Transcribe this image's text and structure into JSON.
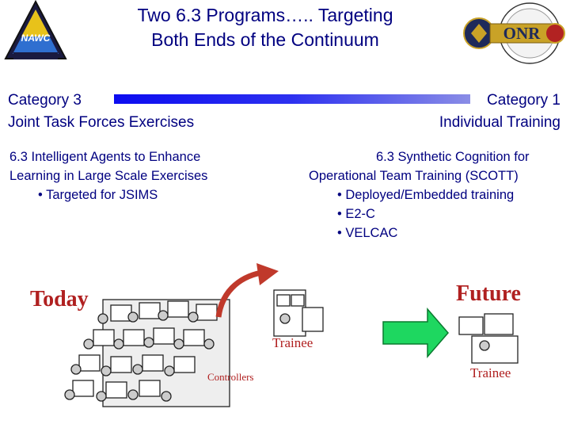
{
  "title": {
    "line1": "Two 6.3 Programs….. Targeting",
    "line2": "Both Ends of the Continuum"
  },
  "logos": {
    "left": "NAWC",
    "right": "ONR"
  },
  "categories": {
    "left": {
      "line1": "Category 3",
      "line2": "Joint Task Forces Exercises"
    },
    "right": {
      "line1": "Category 1",
      "line2": "Individual Training"
    }
  },
  "left_program": {
    "line1": "6.3 Intelligent Agents to Enhance",
    "line2": "Learning in Large Scale Exercises",
    "bullets": [
      "• Targeted for JSIMS"
    ]
  },
  "right_program": {
    "line1": "6.3 Synthetic Cognition for",
    "line2": "Operational Team Training (SCOTT)",
    "bullets": [
      "• Deployed/Embedded training",
      "• E2-C",
      "• VELCAC"
    ]
  },
  "illustration": {
    "today": "Today",
    "future": "Future",
    "trainee_left": "Trainee",
    "trainee_right": "Trainee",
    "controllers": "Controllers"
  },
  "colors": {
    "heading_text": "#000080",
    "illustration_labels": "#b02020",
    "arrow_fill": "#1ed760",
    "curved_arrow": "#c0392b"
  }
}
